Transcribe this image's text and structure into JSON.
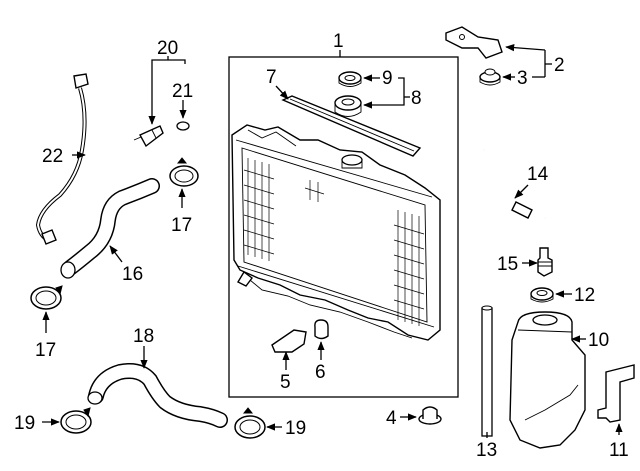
{
  "callouts": [
    {
      "id": "1",
      "label": "1"
    },
    {
      "id": "2",
      "label": "2"
    },
    {
      "id": "3",
      "label": "3"
    },
    {
      "id": "4",
      "label": "4"
    },
    {
      "id": "5",
      "label": "5"
    },
    {
      "id": "6",
      "label": "6"
    },
    {
      "id": "7",
      "label": "7"
    },
    {
      "id": "8",
      "label": "8"
    },
    {
      "id": "9",
      "label": "9"
    },
    {
      "id": "10",
      "label": "10"
    },
    {
      "id": "11",
      "label": "11"
    },
    {
      "id": "12",
      "label": "12"
    },
    {
      "id": "13",
      "label": "13"
    },
    {
      "id": "14",
      "label": "14"
    },
    {
      "id": "15",
      "label": "15"
    },
    {
      "id": "16",
      "label": "16"
    },
    {
      "id": "17a",
      "label": "17"
    },
    {
      "id": "17b",
      "label": "17"
    },
    {
      "id": "18",
      "label": "18"
    },
    {
      "id": "19a",
      "label": "19"
    },
    {
      "id": "19b",
      "label": "19"
    },
    {
      "id": "20",
      "label": "20"
    },
    {
      "id": "21",
      "label": "21"
    },
    {
      "id": "22",
      "label": "22"
    }
  ],
  "colors": {
    "line": "#000000",
    "background": "#ffffff"
  }
}
